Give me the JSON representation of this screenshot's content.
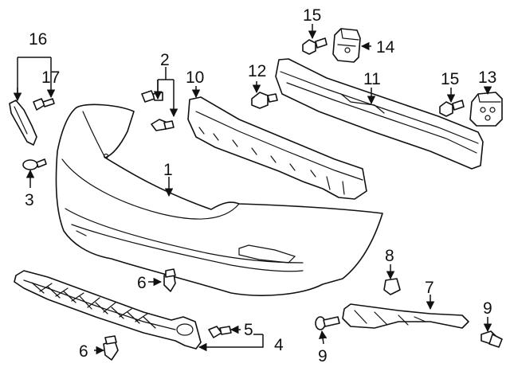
{
  "callouts": {
    "c1": "1",
    "c2": "2",
    "c3": "3",
    "c4": "4",
    "c5": "5",
    "c6a": "6",
    "c6b": "6",
    "c7": "7",
    "c8": "8",
    "c9a": "9",
    "c9b": "9",
    "c10": "10",
    "c11": "11",
    "c12": "12",
    "c13": "13",
    "c14": "14",
    "c15a": "15",
    "c15b": "15",
    "c16": "16",
    "c17": "17"
  },
  "colors": {
    "line": "#111111",
    "background": "#ffffff"
  }
}
